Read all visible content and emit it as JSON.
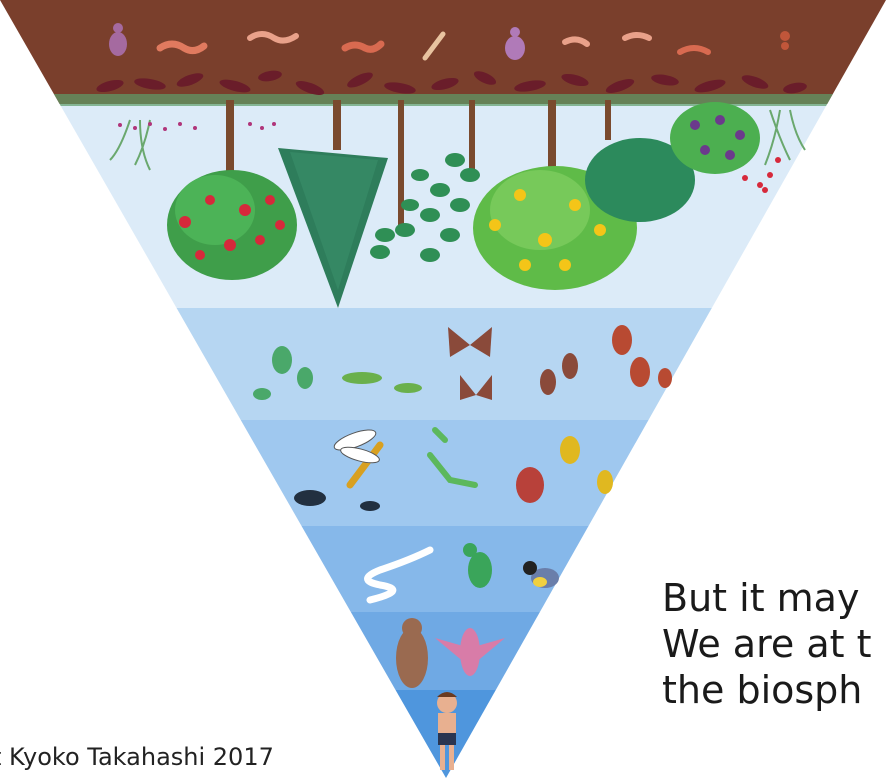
{
  "caption": {
    "lines": [
      "But it may",
      "We are at t",
      "the biosph"
    ]
  },
  "credit": "t Kyoko Takahashi 2017",
  "palette": {
    "soil": "#7a3f2c",
    "leaf_litter": "#6a1d2a",
    "sky_band": "#dcebf8",
    "band_1": "#b6d6f2",
    "band_2": "#9fc8ef",
    "band_3": "#86b8ea",
    "band_4": "#6fa9e4",
    "band_5": "#5599dd",
    "apex_band": "#3d8ad6",
    "foliage_green": "#4caf50",
    "conifer_green": "#2e7d5b",
    "berry_red": "#d6293b",
    "fruit_yellow": "#f4c518"
  },
  "layers": [
    {
      "name": "soil-and-decomposers"
    },
    {
      "name": "plants"
    },
    {
      "name": "herbivorous-insects"
    },
    {
      "name": "predatory-insects"
    },
    {
      "name": "small-predators"
    },
    {
      "name": "raptors"
    },
    {
      "name": "human"
    }
  ]
}
